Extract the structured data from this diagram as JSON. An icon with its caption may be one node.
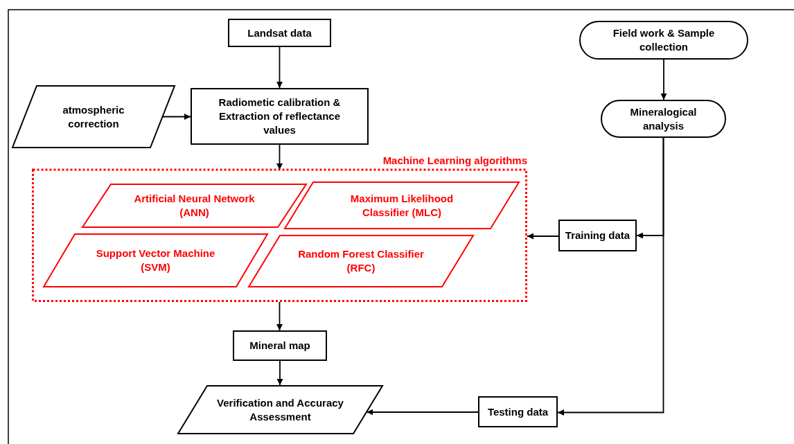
{
  "diagram": {
    "nodes": [
      {
        "text": [
          "Landsat data"
        ]
      },
      {
        "text": [
          "Field work & Sample collection"
        ]
      },
      {
        "text": [
          "atmospheric correction"
        ]
      },
      {
        "text": [
          "Radiometic calibration & Extraction of reflectance values"
        ]
      },
      {
        "text": [
          "Mineralogical analysis"
        ]
      },
      {
        "text": [
          "Machine Learning algorithms"
        ]
      },
      {
        "text": [
          "Artificial Neural Network (ANN)"
        ],
        "in": 5
      },
      {
        "text": [
          "Maximum Likelihood Classifier (MLC)"
        ],
        "in": 5
      },
      {
        "text": [
          "Support Vector Machine (SVM)"
        ],
        "in": 5
      },
      {
        "text": [
          "Random Forest Classifier (RFC)"
        ],
        "in": 5
      },
      {
        "text": [
          "Training data"
        ]
      },
      {
        "text": [
          "Mineral map"
        ]
      },
      {
        "text": [
          "Verification and Accuracy Assessment"
        ]
      },
      {
        "text": [
          "Testing data"
        ]
      }
    ],
    "edges": [
      {
        "from": 0,
        "to": 3,
        "arrow": "to"
      },
      {
        "from": 2,
        "to": 3,
        "arrow": "to"
      },
      {
        "from": 1,
        "to": 4,
        "arrow": "to"
      },
      {
        "from": 3,
        "to": 5,
        "arrow": "to"
      },
      {
        "from": 4,
        "to": 10,
        "arrow": "to"
      },
      {
        "from": 4,
        "to": 13,
        "arrow": "to"
      },
      {
        "from": 10,
        "to": 5,
        "arrow": "to"
      },
      {
        "from": 5,
        "to": 11,
        "arrow": "to"
      },
      {
        "from": 11,
        "to": 12,
        "arrow": "to"
      },
      {
        "from": 13,
        "to": 12,
        "arrow": "to"
      }
    ]
  }
}
